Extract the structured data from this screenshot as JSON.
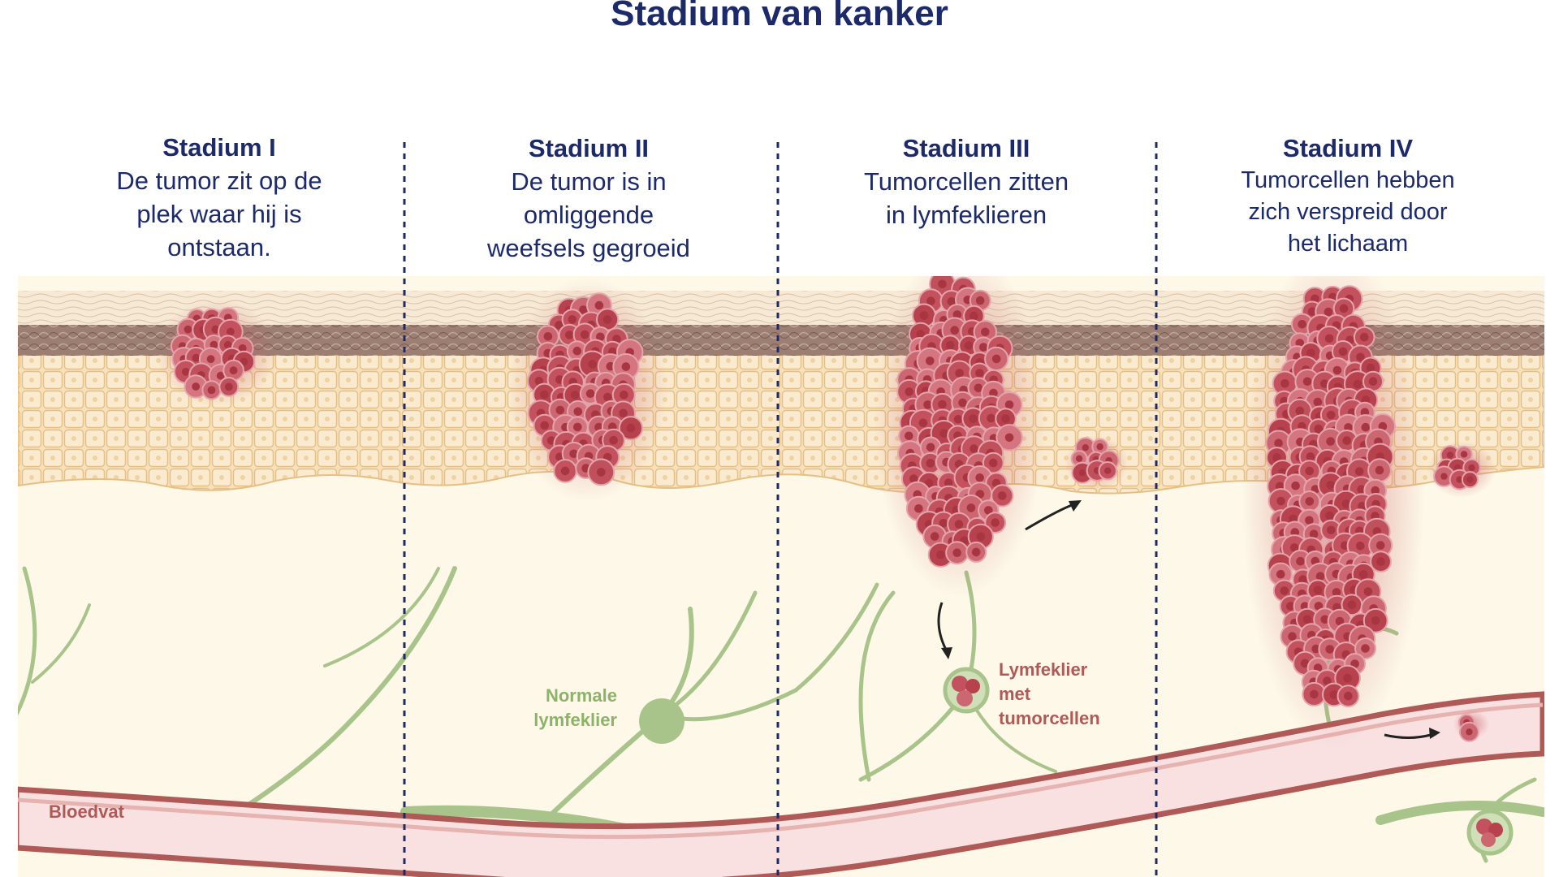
{
  "title": "Stadium van kanker",
  "stages": [
    {
      "title": "Stadium I",
      "description": "De tumor zit op de\nplek waar hij is\nontstaan."
    },
    {
      "title": "Stadium II",
      "description": "De tumor is in\nomliggende\nweefsels gegroeid"
    },
    {
      "title": "Stadium III",
      "description": "Tumorcellen zitten\nin lymfeklieren"
    },
    {
      "title": "Stadium IV",
      "description": "Tumorcellen hebben\nzich verspreid door\nhet lichaam"
    }
  ],
  "labels": {
    "normal_lymph_node": "Normale\nlymfeklier",
    "lymph_node_tumor": "Lymfeklier\nmet\ntumorcellen",
    "blood_vessel": "Bloedvat"
  },
  "colors": {
    "title": "#1c2a6b",
    "divider": "#1c2a6b",
    "lymph": "#a9c48a",
    "lymph_label": "#8db36a",
    "tumor": "#c4525e",
    "vessel": "#b05a58",
    "vessel_label": "#b05a58",
    "skin": "#f5dfb8",
    "dermis": "#fdf8e8"
  }
}
